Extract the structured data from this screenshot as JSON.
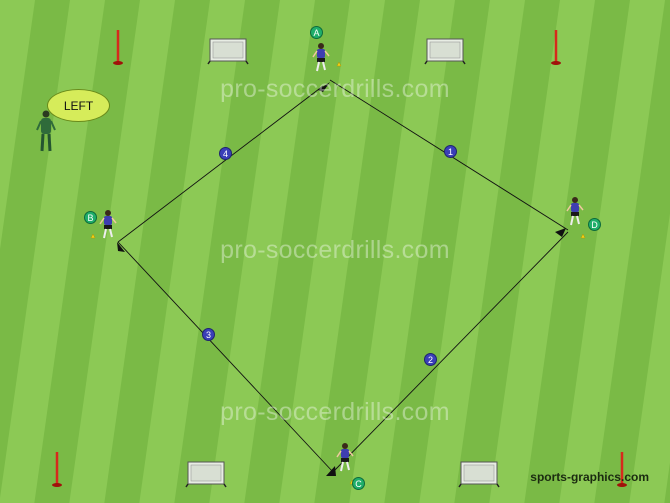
{
  "watermark": "pro-soccerdrills.com",
  "credit": "sports-graphics.com",
  "coach_bubble": "LEFT",
  "players": {
    "a": "A",
    "b": "B",
    "c": "C",
    "d": "D"
  },
  "pass_sequence": [
    "1",
    "2",
    "3",
    "4"
  ],
  "colors": {
    "grass_light": "#8cc955",
    "grass_dark": "#78b944",
    "player_shirt": "#3e3eb0",
    "marker_blue": "#3a3fb8",
    "marker_green": "#1fae6a",
    "pole_red": "#d62a1c",
    "bubble": "#d6ec5a"
  },
  "icons": [
    "mini-goal-icon",
    "pole-icon",
    "cone-icon",
    "coach-icon",
    "player-icon"
  ]
}
